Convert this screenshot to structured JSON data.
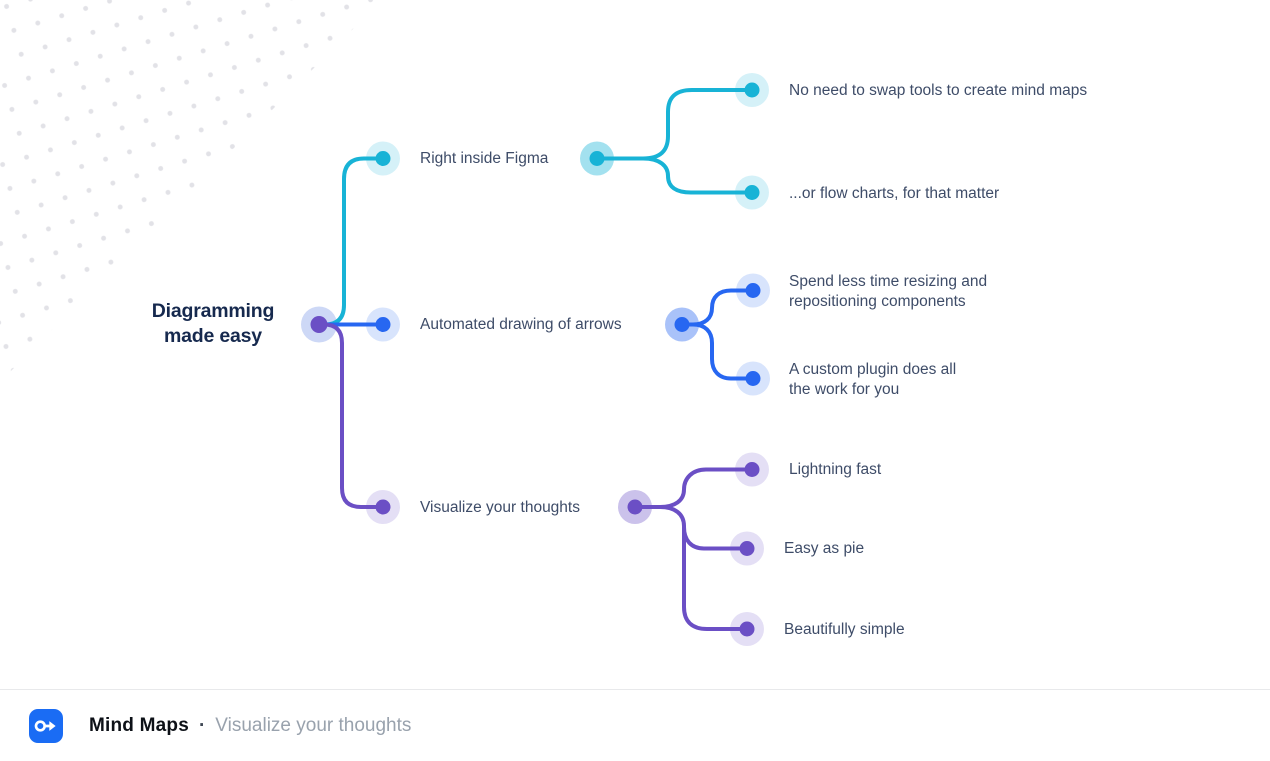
{
  "mindmap": {
    "root": {
      "label": "Diagramming\nmade easy",
      "color": "#6b4fc5",
      "halo_color": "#cdd8f6"
    },
    "branches": [
      {
        "label": "Right inside Figma",
        "color": "#18b3d6",
        "children": [
          {
            "label": "No need to swap tools to create mind maps"
          },
          {
            "label": "...or flow charts, for that matter"
          }
        ]
      },
      {
        "label": "Automated drawing of arrows",
        "color": "#2767f1",
        "children": [
          {
            "label": "Spend less time resizing and\nrepositioning components"
          },
          {
            "label": "A custom plugin does all\nthe work for you"
          }
        ]
      },
      {
        "label": "Visualize your thoughts",
        "color": "#6b4fc5",
        "children": [
          {
            "label": "Lightning fast"
          },
          {
            "label": "Easy as pie"
          },
          {
            "label": "Beautifully simple"
          }
        ]
      }
    ]
  },
  "footer": {
    "app_name": "Mind Maps",
    "separator": "·",
    "tagline": "Visualize your thoughts",
    "icon": "node-arrow-icon",
    "icon_bg": "#1a6cf4",
    "divider_color": "#e8e9eb"
  },
  "decoration": {
    "dot_pattern_color": "#e2e2e7"
  },
  "text_colors": {
    "title": "#16294e",
    "labels": "#3e4c68",
    "footer_app_name": "#0d1117",
    "footer_tagline": "#99a2ad"
  }
}
